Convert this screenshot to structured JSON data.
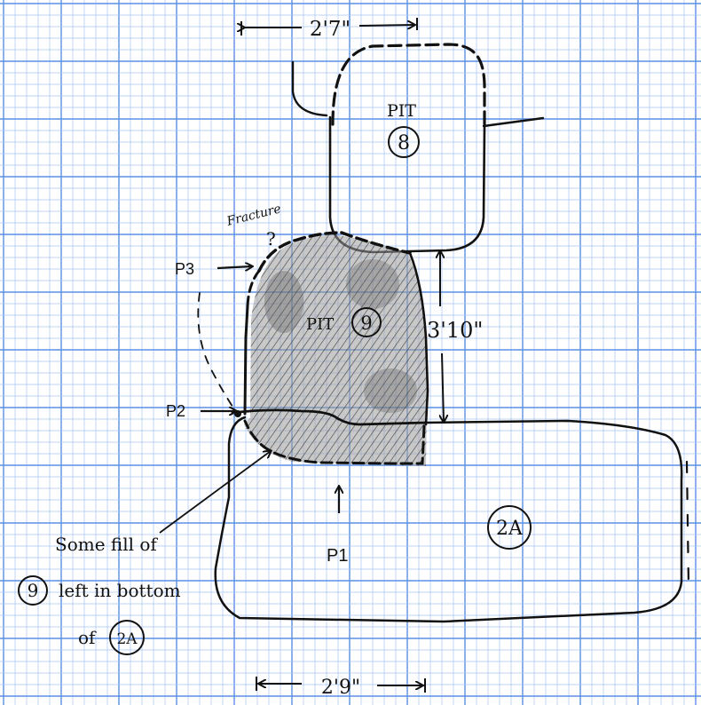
{
  "drawing": {
    "colors": {
      "paper": "#ffffff",
      "grid_major": "#5b8fe3",
      "grid_minor": "#a9c4f0",
      "ink": "#111111",
      "shade": "#8c8c8c"
    },
    "dimensions": {
      "pit8_width": "2'7\"",
      "pit9_depth": "3'10\"",
      "pit9_bottom_width": "2'9\""
    },
    "features": {
      "pit8": {
        "label": "PIT",
        "number": "8"
      },
      "pit9": {
        "label": "PIT",
        "number": "9"
      },
      "feature_2a": {
        "number": "2A"
      }
    },
    "points": {
      "p1": "P1",
      "p2": "P2",
      "p3": "P3"
    },
    "annotations": {
      "fracture_note": "Fracture",
      "fracture_question": "?",
      "fill_note_line1_text": "Some fill of",
      "fill_note_line1_number": "9",
      "fill_note_line2_text": "left in bottom",
      "fill_note_line3_text": "of",
      "fill_note_line3_number": "2A"
    }
  }
}
